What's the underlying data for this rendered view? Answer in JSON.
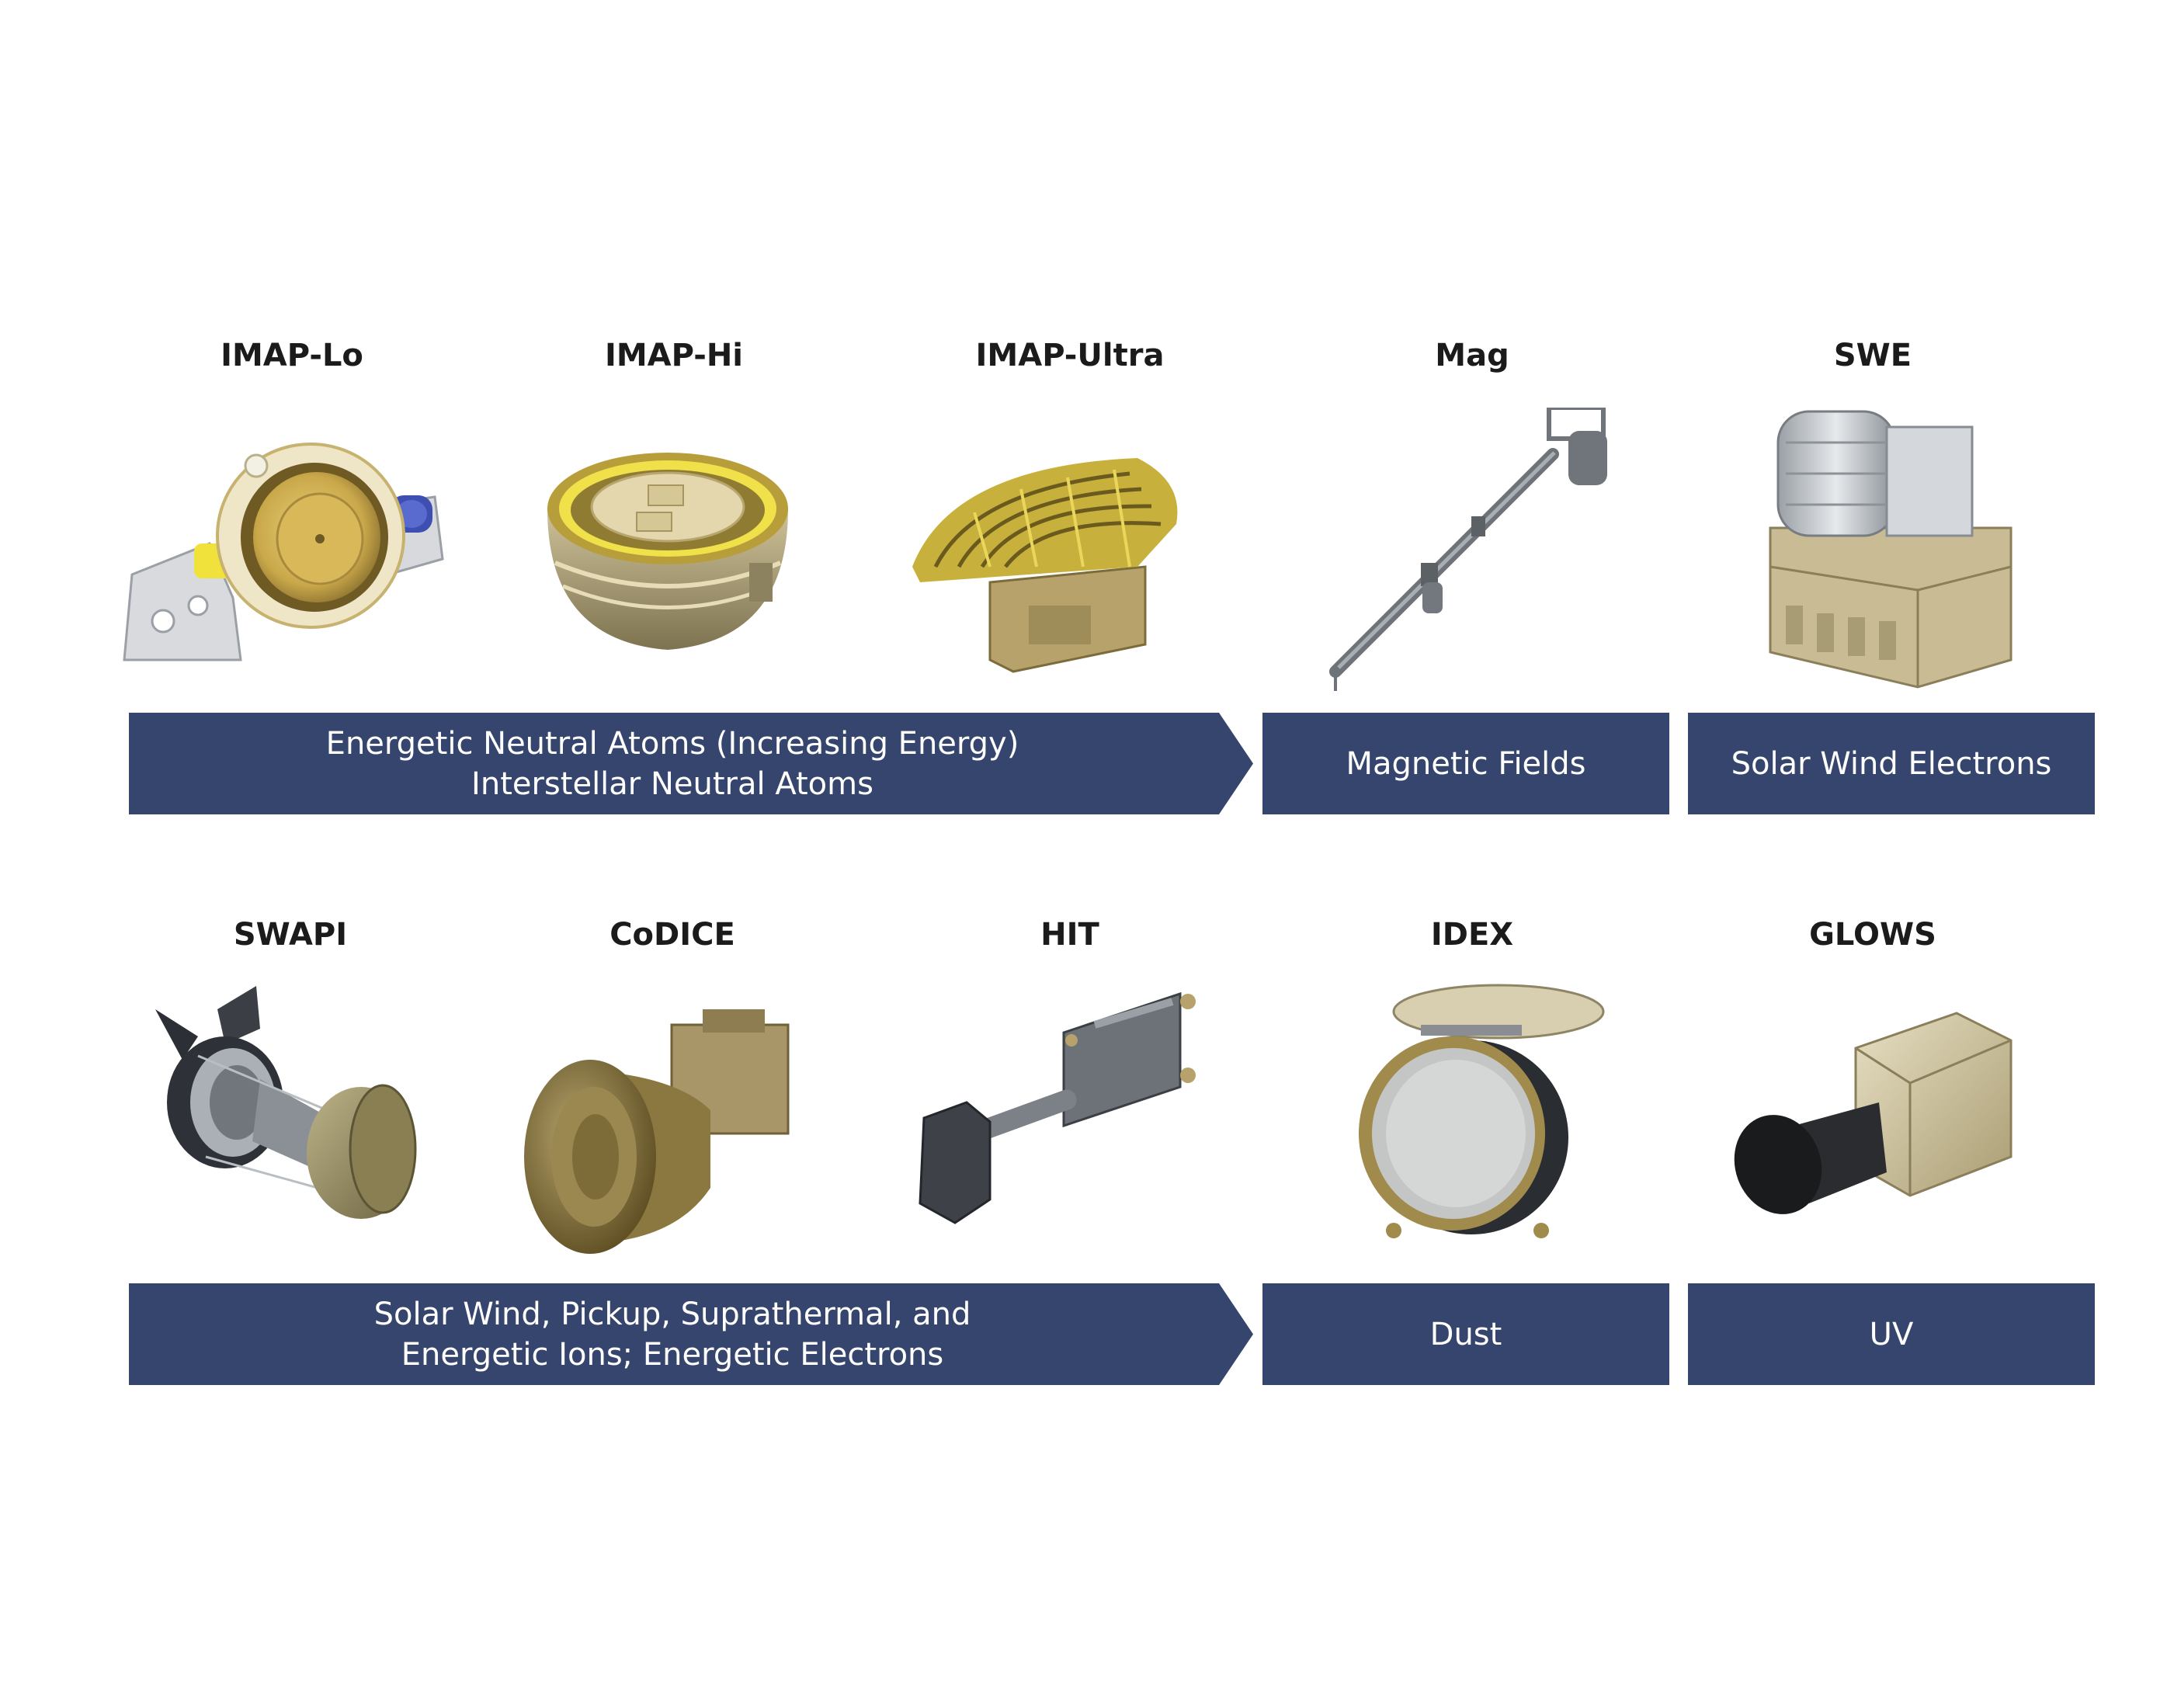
{
  "row1": {
    "instruments": [
      {
        "name": "IMAP-Lo",
        "icon": "imap-lo-sensor-icon"
      },
      {
        "name": "IMAP-Hi",
        "icon": "imap-hi-sensor-icon"
      },
      {
        "name": "IMAP-Ultra",
        "icon": "imap-ultra-sensor-icon"
      },
      {
        "name": "Mag",
        "icon": "magnetometer-boom-icon"
      },
      {
        "name": "SWE",
        "icon": "swe-sensor-icon"
      }
    ],
    "bands": {
      "ena_line1": "Energetic Neutral Atoms (Increasing Energy)",
      "ena_line2": "Interstellar Neutral Atoms",
      "mag": "Magnetic Fields",
      "swe": "Solar Wind Electrons"
    }
  },
  "row2": {
    "instruments": [
      {
        "name": "SWAPI",
        "icon": "swapi-sensor-icon"
      },
      {
        "name": "CoDICE",
        "icon": "codice-sensor-icon"
      },
      {
        "name": "HIT",
        "icon": "hit-sensor-icon"
      },
      {
        "name": "IDEX",
        "icon": "idex-sensor-icon"
      },
      {
        "name": "GLOWS",
        "icon": "glows-sensor-icon"
      }
    ],
    "bands": {
      "ions_line1": "Solar Wind, Pickup, Suprathermal, and",
      "ions_line2": "Energetic Ions; Energetic Electrons",
      "dust": "Dust",
      "uv": "UV"
    }
  },
  "colors": {
    "band_fill": "#35456d",
    "band_text": "#ffffff",
    "title_text": "#1b1b1b",
    "gold": "#b8a56a",
    "yellow": "#e8d437"
  }
}
